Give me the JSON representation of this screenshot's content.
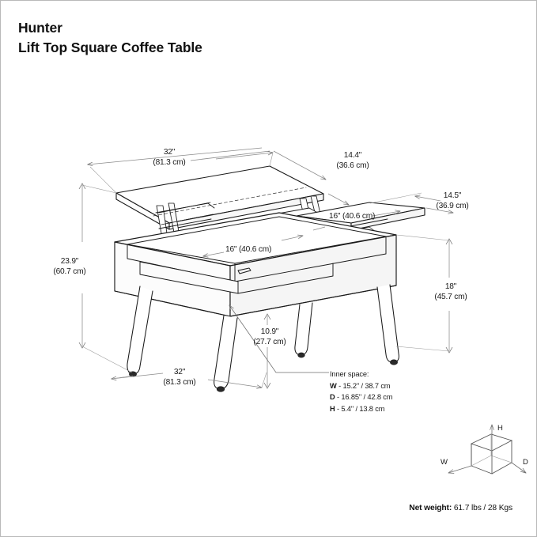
{
  "title": {
    "brand": "Hunter",
    "product": "Lift Top Square Coffee Table"
  },
  "dimensions": {
    "top_width": {
      "imperial": "32\"",
      "metric": "(81.3 cm)"
    },
    "top_depth": {
      "imperial": "14.4\"",
      "metric": "(36.6 cm)"
    },
    "rear_top_depth": {
      "imperial": "14.5\"",
      "metric": "(36.9 cm)"
    },
    "lift_top_inner_width": {
      "imperial": "16\" (40.6 cm)"
    },
    "base_inner_width": {
      "imperial": "16\" (40.6 cm)"
    },
    "lifted_height": {
      "imperial": "23.9\"",
      "metric": "(60.7 cm)"
    },
    "clearance_height": {
      "imperial": "10.9\"",
      "metric": "(27.7 cm)"
    },
    "table_height": {
      "imperial": "18\"",
      "metric": "(45.7 cm)"
    },
    "base_width": {
      "imperial": "32\"",
      "metric": "(81.3 cm)"
    }
  },
  "inner_space": {
    "heading": "Inner space:",
    "rows": [
      {
        "key": "W",
        "value": "- 15.2\" / 38.7 cm"
      },
      {
        "key": "D",
        "value": "- 16.85\" / 42.8 cm"
      },
      {
        "key": "H",
        "value": "- 5.4\" / 13.8 cm"
      }
    ]
  },
  "legend": {
    "height": "H",
    "width": "W",
    "depth": "D"
  },
  "net_weight": {
    "label": "Net weight:",
    "value": " 61.7 lbs / 28 Kgs"
  },
  "colors": {
    "line": "#1a1a1a",
    "dimension_line": "#8a8a8a",
    "text": "#111111",
    "background": "#ffffff"
  }
}
